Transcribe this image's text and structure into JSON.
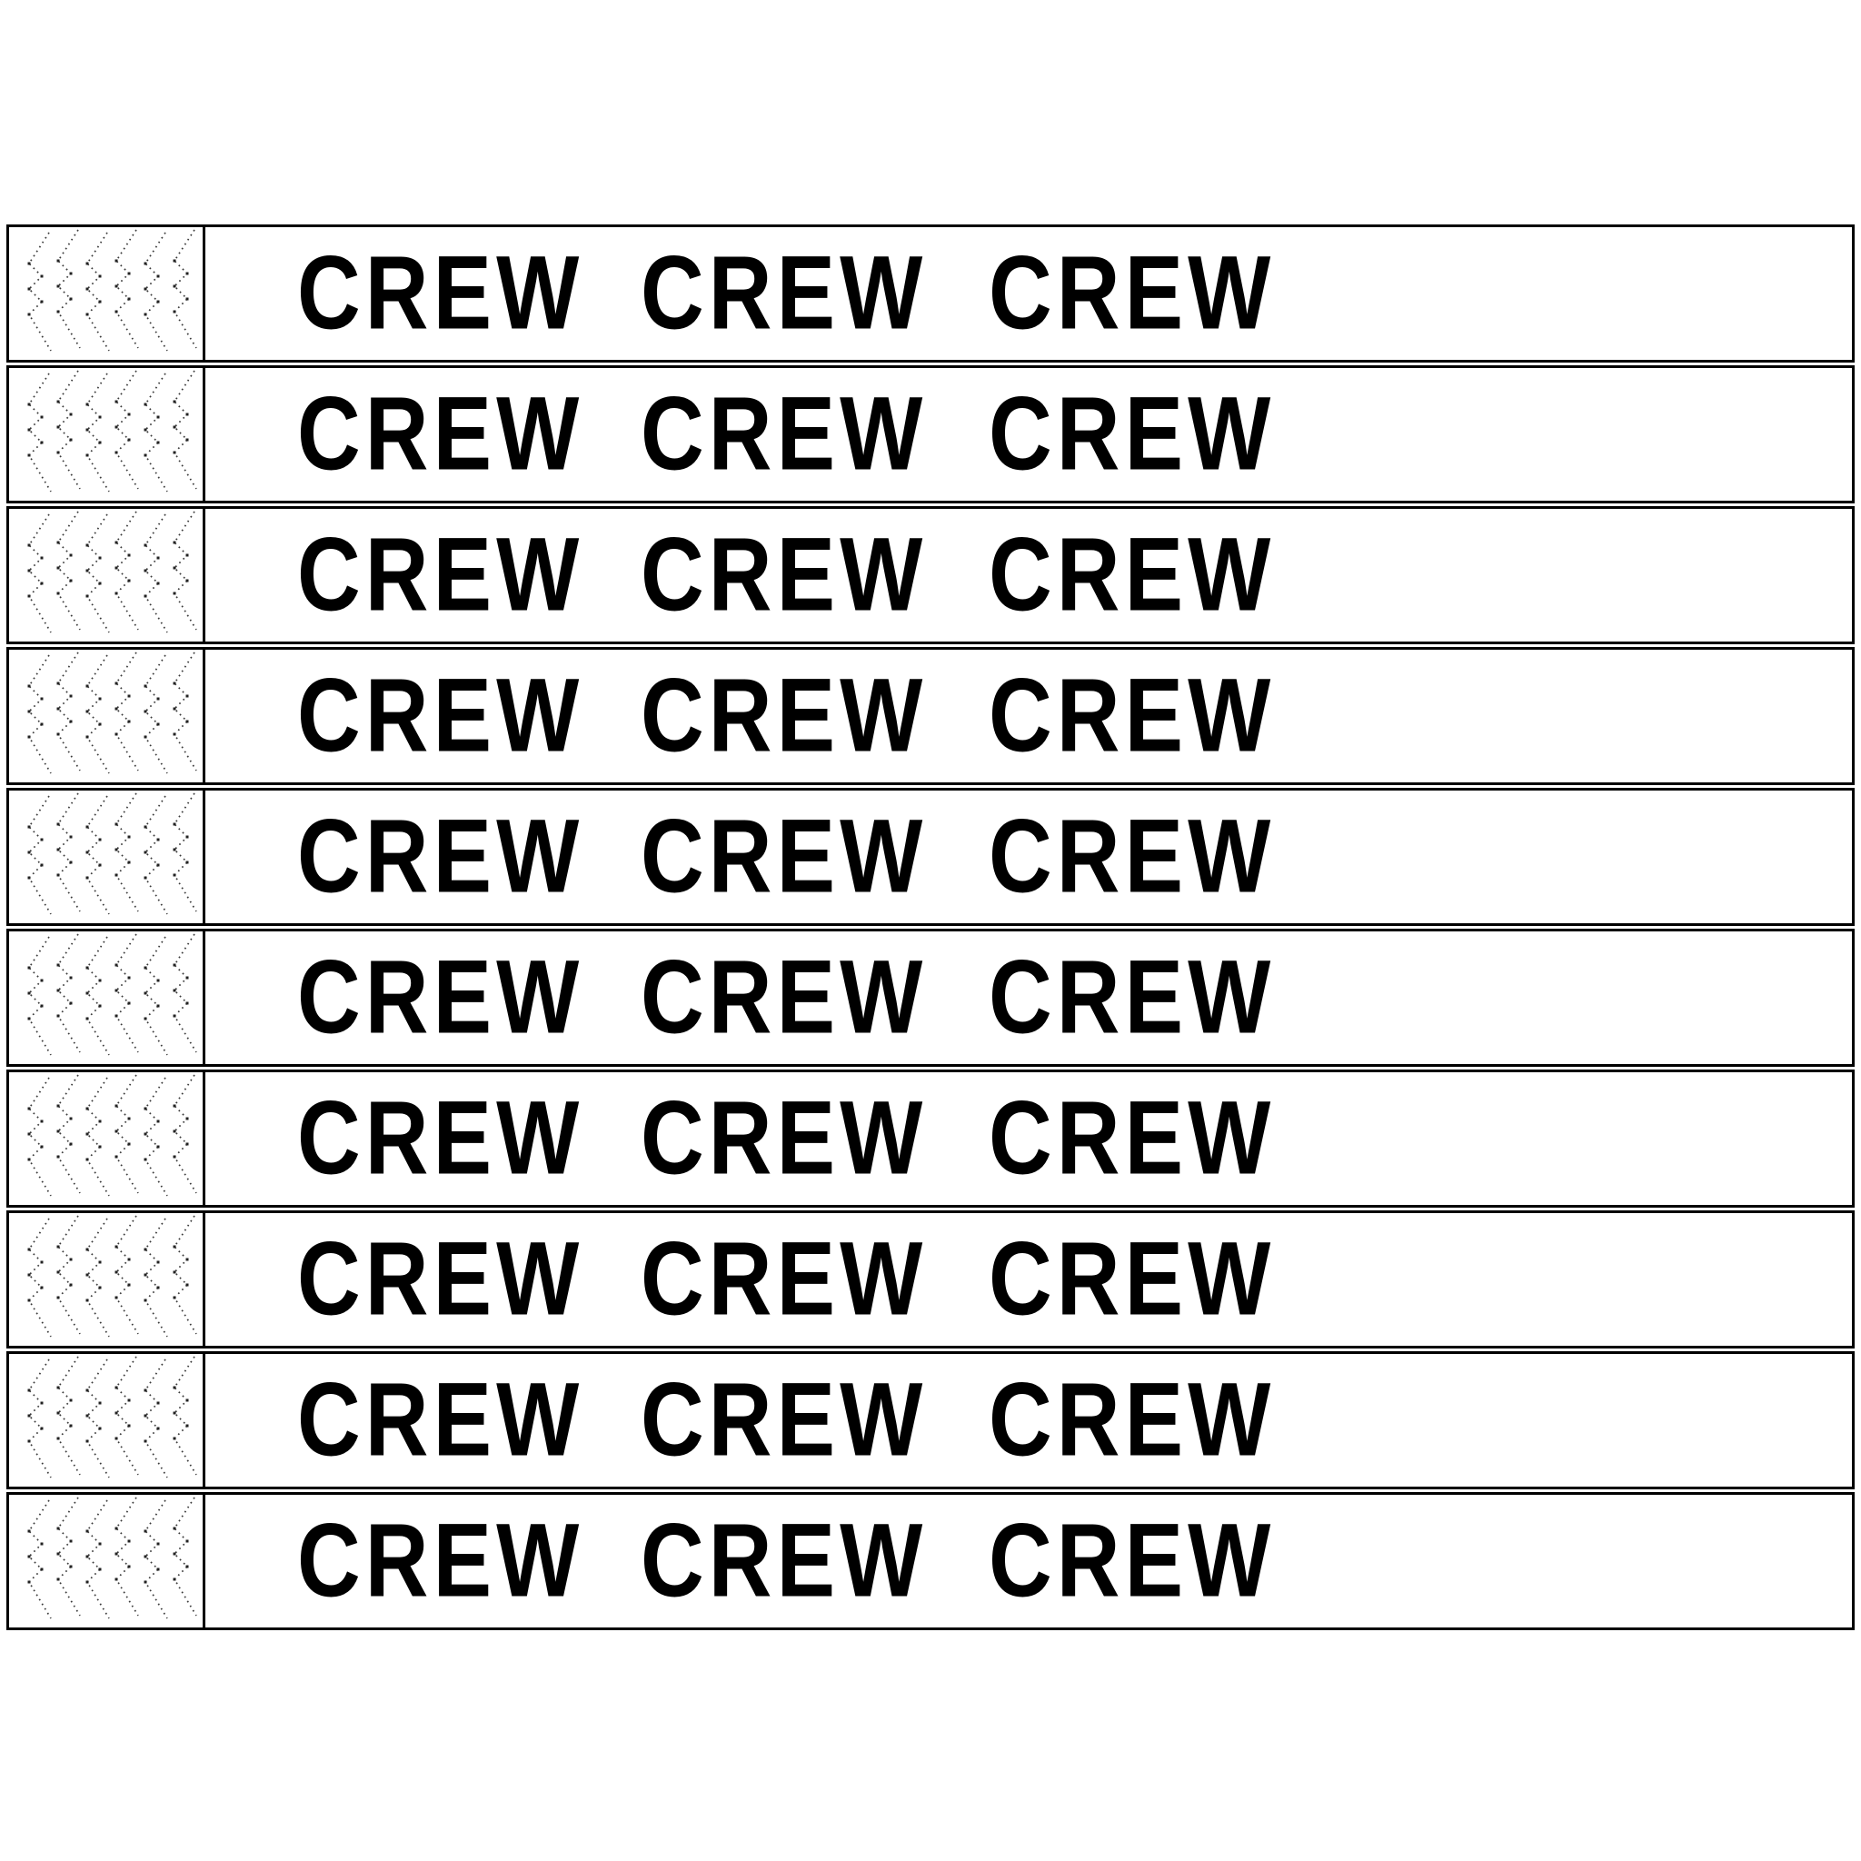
{
  "sheet": {
    "type": "wristband-print-sheet",
    "band_count": 10,
    "label_text": "CREW",
    "words_per_band": 3,
    "colors": {
      "page_background": "#ffffff",
      "band_background": "#ffffff",
      "band_border": "#000000",
      "label_text": "#000000",
      "perforation_dots": "#3a3a3a"
    },
    "stub_pattern": "dotted-zigzag-perforation",
    "bands": [
      {
        "words": [
          "CREW",
          "CREW",
          "CREW"
        ]
      },
      {
        "words": [
          "CREW",
          "CREW",
          "CREW"
        ]
      },
      {
        "words": [
          "CREW",
          "CREW",
          "CREW"
        ]
      },
      {
        "words": [
          "CREW",
          "CREW",
          "CREW"
        ]
      },
      {
        "words": [
          "CREW",
          "CREW",
          "CREW"
        ]
      },
      {
        "words": [
          "CREW",
          "CREW",
          "CREW"
        ]
      },
      {
        "words": [
          "CREW",
          "CREW",
          "CREW"
        ]
      },
      {
        "words": [
          "CREW",
          "CREW",
          "CREW"
        ]
      },
      {
        "words": [
          "CREW",
          "CREW",
          "CREW"
        ]
      },
      {
        "words": [
          "CREW",
          "CREW",
          "CREW"
        ]
      }
    ]
  }
}
